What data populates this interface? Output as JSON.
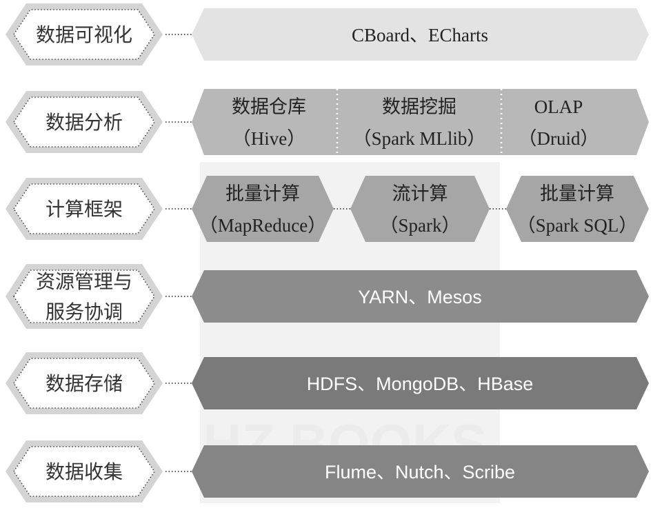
{
  "layers": [
    {
      "label_lines": [
        "数据可视化"
      ],
      "bar_text": "CBoard、ECharts"
    },
    {
      "label_lines": [
        "数据分析"
      ],
      "segments": [
        {
          "line1": "数据仓库",
          "line2": "（Hive）"
        },
        {
          "line1": "数据挖掘",
          "line2": "（Spark MLlib）"
        },
        {
          "line1": "OLAP",
          "line2": "（Druid）"
        }
      ]
    },
    {
      "label_lines": [
        "计算框架"
      ],
      "segments": [
        {
          "line1": "批量计算",
          "line2": "（MapReduce）"
        },
        {
          "line1": "流计算",
          "line2": "（Spark）"
        },
        {
          "line1": "批量计算",
          "line2": "（Spark SQL）"
        }
      ]
    },
    {
      "label_lines": [
        "资源管理与",
        "服务协调"
      ],
      "bar_text": "YARN、Mesos"
    },
    {
      "label_lines": [
        "数据存储"
      ],
      "bar_text": "HDFS、MongoDB、HBase"
    },
    {
      "label_lines": [
        "数据收集"
      ],
      "bar_text": "Flume、Nutch、Scribe"
    }
  ],
  "watermark": "HZ BOOKS",
  "colors": {
    "label_fill": "#ffffff",
    "label_border": "#d4d4d4",
    "layer1_bar": "#e3e3e3",
    "layer2_bar": "#b8b8b8",
    "layer3_hex": "#a6a6a6",
    "layer4_bar": "#8c8c8c",
    "layer5_bar": "#7a7a7a",
    "layer6_bar": "#858585",
    "dark_text": "#222222",
    "light_text": "#ffffff"
  }
}
